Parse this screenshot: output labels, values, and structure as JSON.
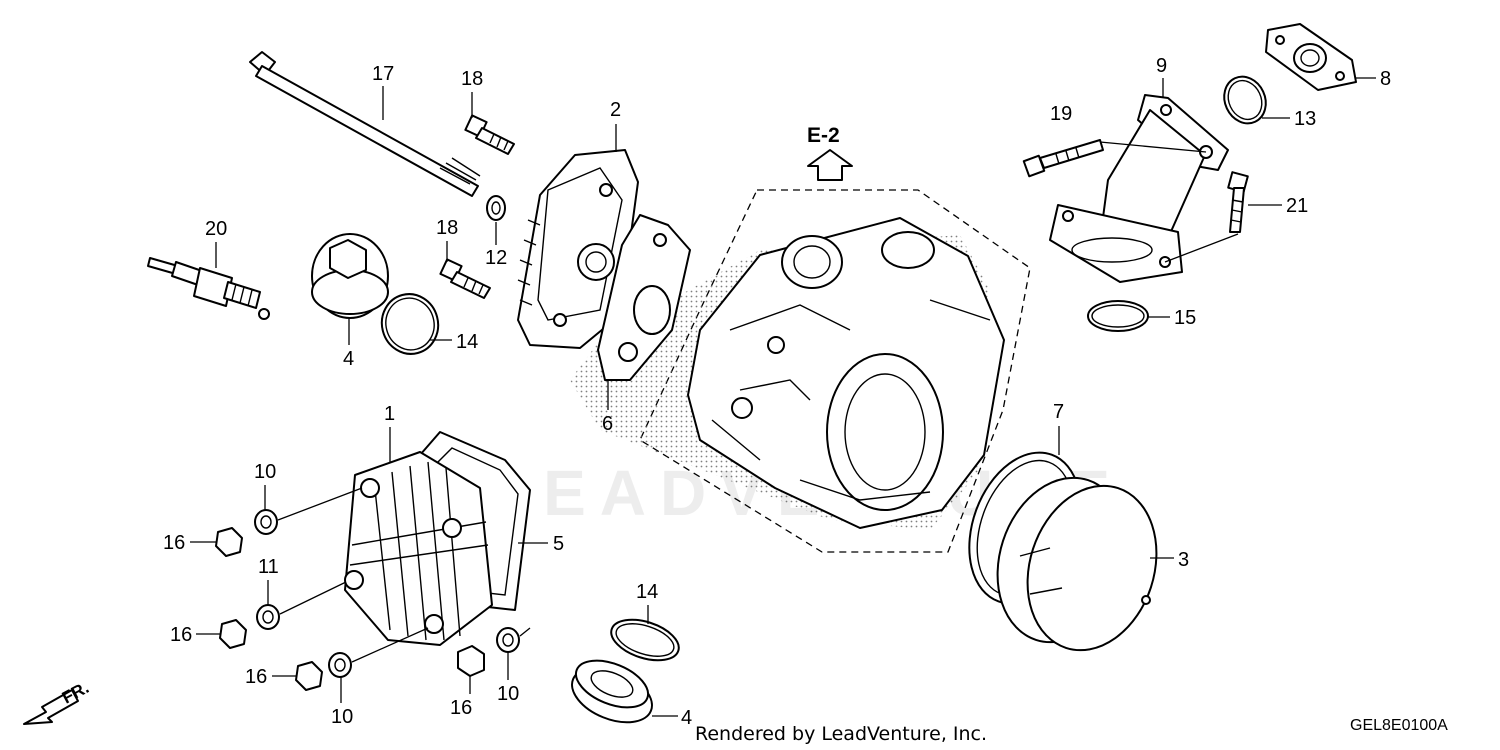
{
  "callouts": {
    "c1": "1",
    "c2": "2",
    "c3": "3",
    "c4a": "4",
    "c4b": "4",
    "c5": "5",
    "c6": "6",
    "c7": "7",
    "c8": "8",
    "c9": "9",
    "c10a": "10",
    "c10b": "10",
    "c10c": "10",
    "c11": "11",
    "c12": "12",
    "c13": "13",
    "c14a": "14",
    "c14b": "14",
    "c15": "15",
    "c16a": "16",
    "c16b": "16",
    "c16c": "16",
    "c16d": "16",
    "c17": "17",
    "c18a": "18",
    "c18b": "18",
    "c19": "19",
    "c20": "20",
    "c21": "21"
  },
  "reference_label": "E-2",
  "direction_label": "FR.",
  "watermark": "LEADVENTURE",
  "footer": {
    "rendered_by": "Rendered by LeadVenture, Inc.",
    "diagram_code": "GEL8E0100A"
  }
}
